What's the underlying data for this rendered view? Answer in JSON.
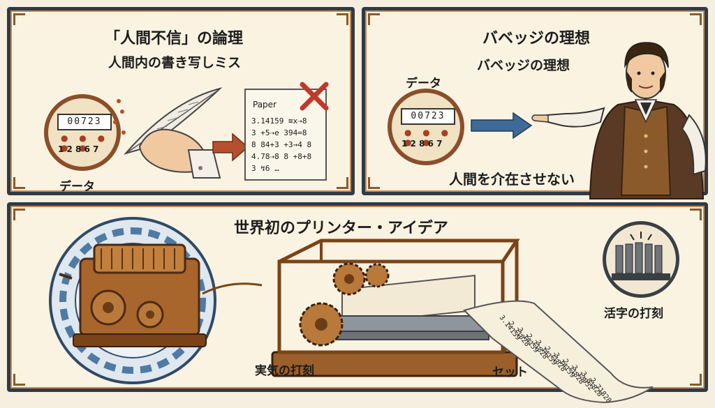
{
  "panel1": {
    "title": "「人間不信」の論理",
    "subtitle": "人間内の書き写しミス",
    "data_label": "データ",
    "counter_digits": "00723",
    "counter_row": "1 2 8 6 7",
    "paper_heading": "Paper",
    "paper_lines": [
      "3.14159 ≋x⇢8",
      "3 +5⇢e 394=8",
      "8 84+3 +3→4 8",
      "4.78⇢8 8 +8+8",
      "3 ↯6 …"
    ]
  },
  "panel2": {
    "title": "バベッジの理想",
    "subtitle": "バベッジの理想",
    "data_label": "データ",
    "counter_digits": "00723",
    "counter_row": "1 2 8 6 7",
    "caption": "人間を介在させない"
  },
  "panel3": {
    "title": "世界初のプリンター・アイデア",
    "label_left": "実気の打刻",
    "label_mid": "セット",
    "label_right": "活字の打刻",
    "roll_numbers": [
      "3.14159",
      "2.71828",
      "3.14159",
      "2.71828",
      "3.14159",
      "2.71828",
      "3.14159",
      "2.71828",
      "3.13952",
      "3.81828",
      "2.71828"
    ]
  },
  "colors": {
    "frame": "#2f3a48",
    "accent": "#c98b4d",
    "arrow_red": "#b5502e",
    "arrow_blue": "#3d6a96",
    "brass": "#b07a3c",
    "wood": "#8b5a2b"
  }
}
